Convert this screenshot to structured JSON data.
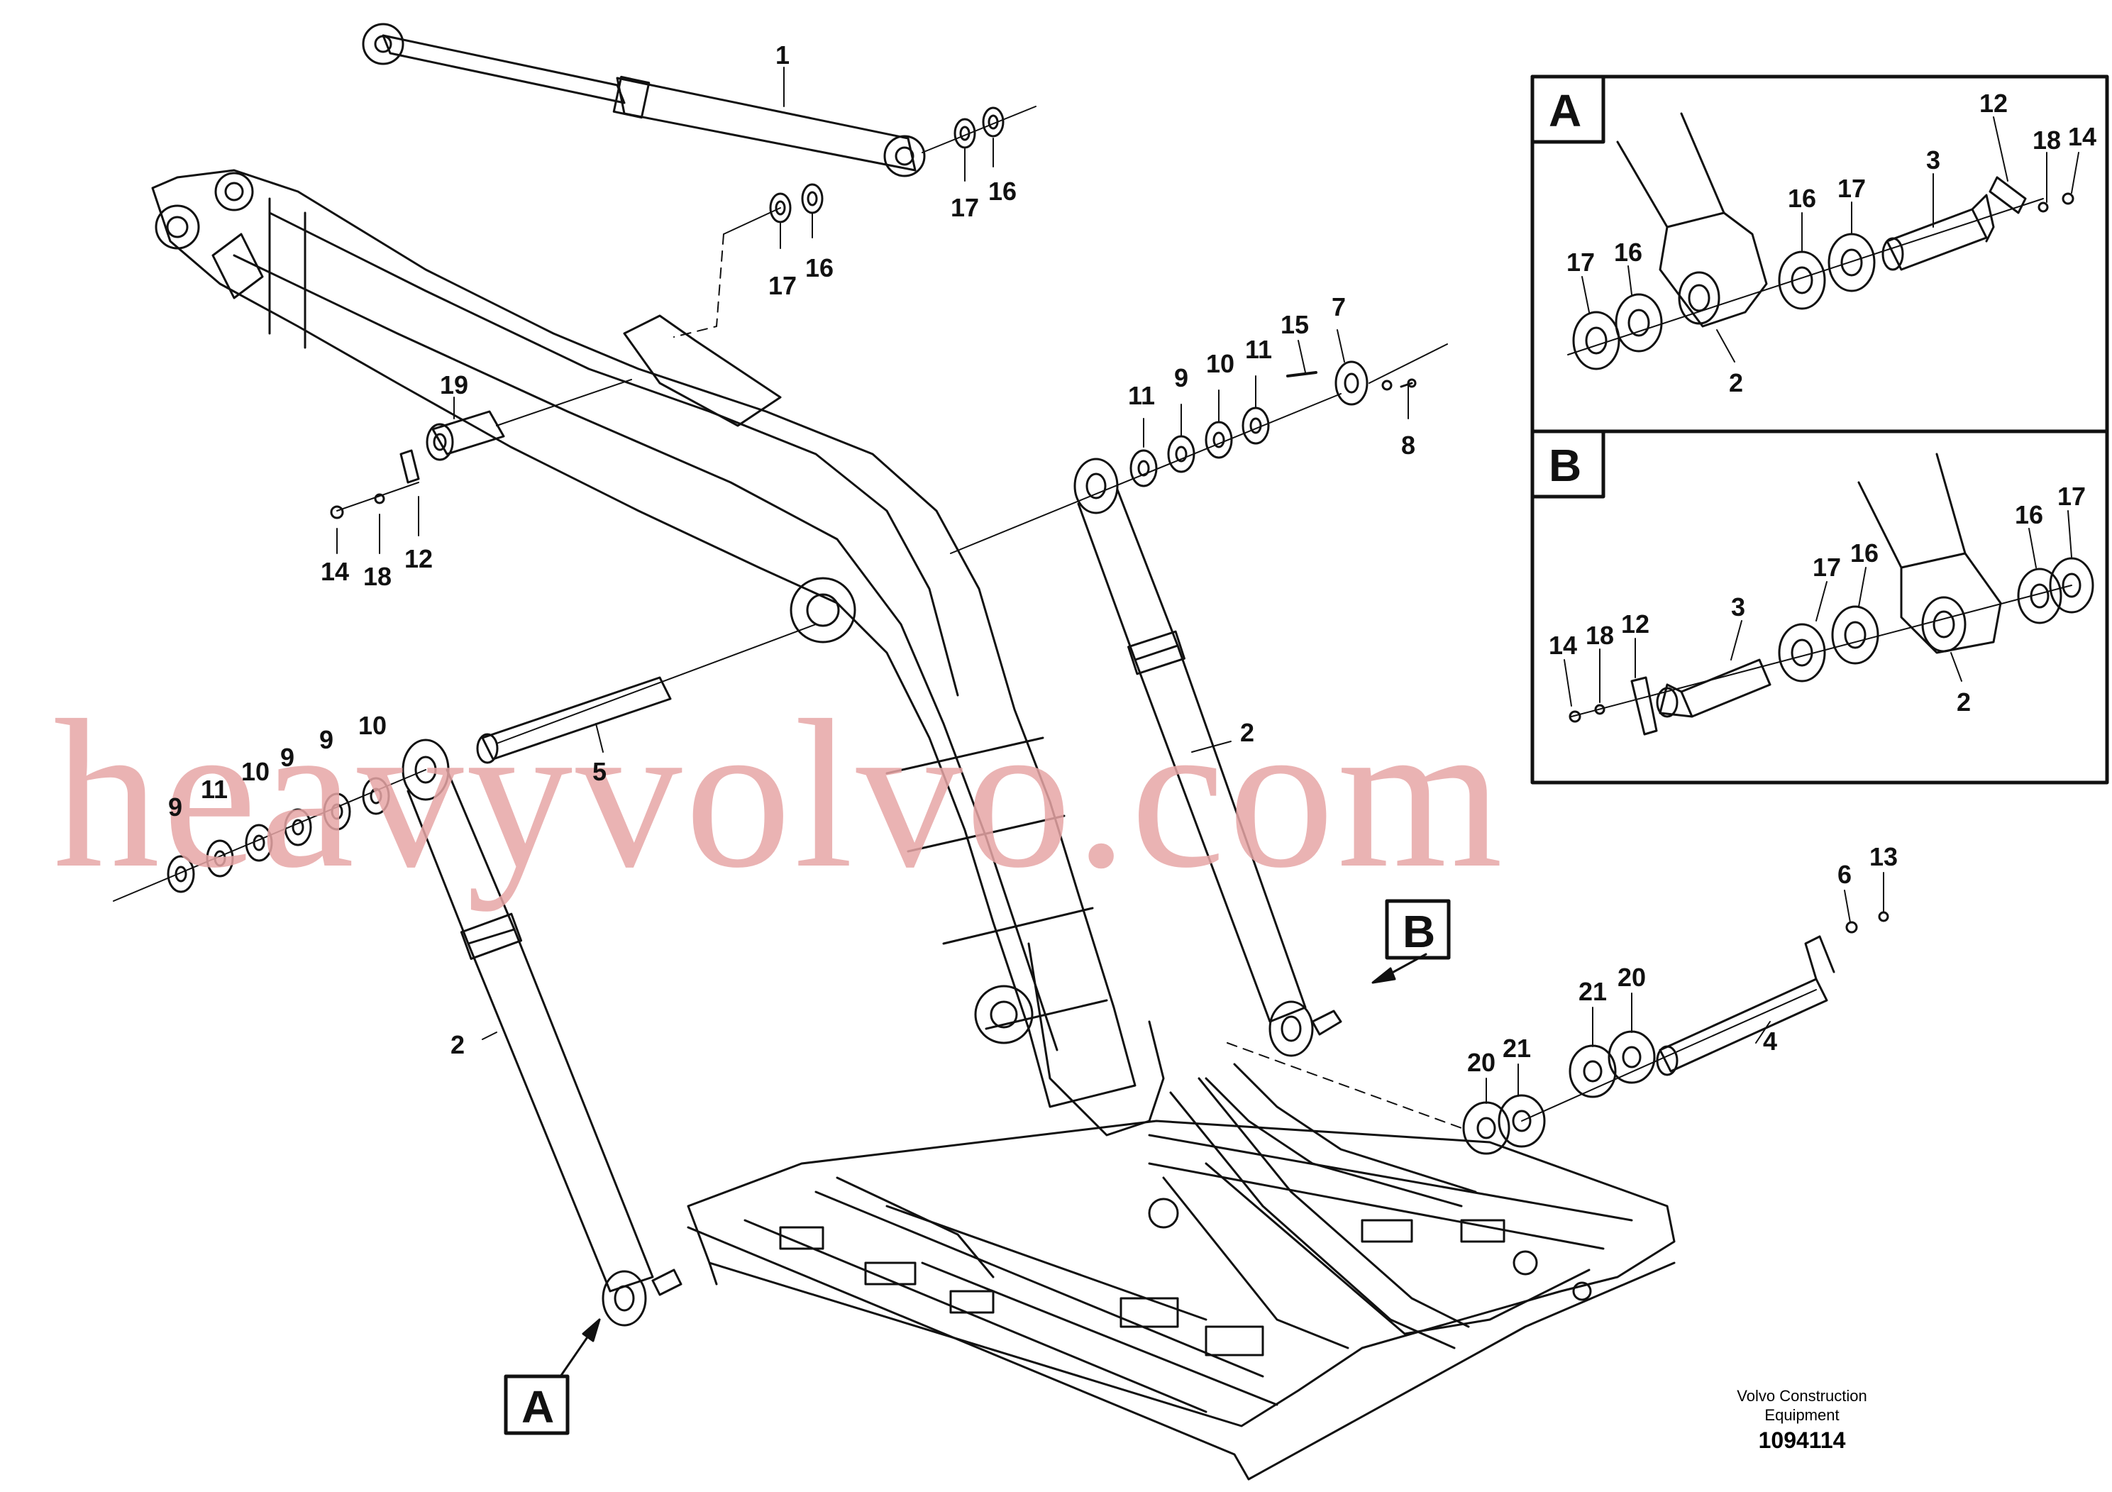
{
  "callouts": [
    {
      "id": "c1",
      "text": "1"
    },
    {
      "id": "c16a",
      "text": "16"
    },
    {
      "id": "c17a",
      "text": "17"
    },
    {
      "id": "c16b",
      "text": "16"
    },
    {
      "id": "c17b",
      "text": "17"
    },
    {
      "id": "c19",
      "text": "19"
    },
    {
      "id": "c14a",
      "text": "14"
    },
    {
      "id": "c18a",
      "text": "18"
    },
    {
      "id": "c12a",
      "text": "12"
    },
    {
      "id": "c15",
      "text": "15"
    },
    {
      "id": "c7",
      "text": "7"
    },
    {
      "id": "c8",
      "text": "8"
    },
    {
      "id": "c11a",
      "text": "11"
    },
    {
      "id": "c9a",
      "text": "9"
    },
    {
      "id": "c10a",
      "text": "10"
    },
    {
      "id": "c11b",
      "text": "11"
    },
    {
      "id": "c5",
      "text": "5"
    },
    {
      "id": "c10b",
      "text": "10"
    },
    {
      "id": "c9b",
      "text": "9"
    },
    {
      "id": "c9c",
      "text": "9"
    },
    {
      "id": "c10c",
      "text": "10"
    },
    {
      "id": "c11c",
      "text": "11"
    },
    {
      "id": "c9d",
      "text": "9"
    },
    {
      "id": "c2a",
      "text": "2"
    },
    {
      "id": "c2b",
      "text": "2"
    },
    {
      "id": "c6",
      "text": "6"
    },
    {
      "id": "c13",
      "text": "13"
    },
    {
      "id": "c21a",
      "text": "21"
    },
    {
      "id": "c20a",
      "text": "20"
    },
    {
      "id": "c20b",
      "text": "20"
    },
    {
      "id": "c21b",
      "text": "21"
    },
    {
      "id": "c4",
      "text": "4"
    },
    {
      "id": "cA12",
      "text": "12"
    },
    {
      "id": "cA18",
      "text": "18"
    },
    {
      "id": "cA14",
      "text": "14"
    },
    {
      "id": "cA3",
      "text": "3"
    },
    {
      "id": "cA16a",
      "text": "16"
    },
    {
      "id": "cA17a",
      "text": "17"
    },
    {
      "id": "cA17b",
      "text": "17"
    },
    {
      "id": "cA16b",
      "text": "16"
    },
    {
      "id": "cA2",
      "text": "2"
    },
    {
      "id": "cB16",
      "text": "16"
    },
    {
      "id": "cB17a",
      "text": "17"
    },
    {
      "id": "cB16b",
      "text": "16"
    },
    {
      "id": "cB17b",
      "text": "17"
    },
    {
      "id": "cB3",
      "text": "3"
    },
    {
      "id": "cB14",
      "text": "14"
    },
    {
      "id": "cB18",
      "text": "18"
    },
    {
      "id": "cB12",
      "text": "12"
    },
    {
      "id": "cB2",
      "text": "2"
    }
  ],
  "detail_labels": {
    "a": "A",
    "b": "B"
  },
  "view_markers": {
    "a": "A",
    "b": "B"
  },
  "watermark": "heavyvolvo.com",
  "caption": {
    "line1": "Volvo Construction",
    "line2": "Equipment",
    "number": "1094114"
  }
}
